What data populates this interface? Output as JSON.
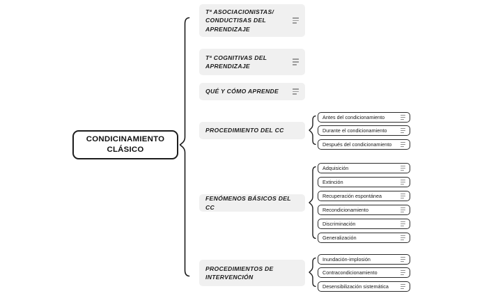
{
  "diagram": {
    "type": "mind-map",
    "title": "CONDICINAMIENTO CLÁSICO",
    "language": "es",
    "colors": {
      "root_border": "#1c1c1c",
      "root_background": "#ffffff",
      "level1_background": "#f0f0f0",
      "level2_background": "#ffffff",
      "level2_border": "#2a2a2a",
      "connector": "#1c1c1c",
      "icon": "#9a9a9a",
      "page_background": "#ffffff"
    },
    "icon_names": {
      "note": "note-lines-icon"
    }
  },
  "root": {
    "label": "CONDICINAMIENTO CLÁSICO",
    "line1": "CONDICINAMIENTO",
    "line2": "CLÁSICO"
  },
  "branches": [
    {
      "id": "teorias-asociacionistas",
      "label": "Tª ASOCIACIONISTAS/ CONDUCTISAS DEL APRENDIZAJE",
      "icon": "note-lines-icon",
      "children": []
    },
    {
      "id": "teorias-cognitivas",
      "label": "Tª COGNITIVAS DEL APRENDIZAJE",
      "icon": "note-lines-icon",
      "children": []
    },
    {
      "id": "que-y-como-aprende",
      "label": "QUÉ Y CÓMO APRENDE",
      "icon": "note-lines-icon",
      "children": []
    },
    {
      "id": "procedimiento-del-cc",
      "label": "PROCEDIMIENTO DEL CC",
      "icon": "note-lines-icon",
      "children": [
        {
          "id": "antes-del-condicionamiento",
          "label": "Antes del condicionamiento",
          "icon": "note-lines-icon"
        },
        {
          "id": "durante-el-condicionamiento",
          "label": "Durante el condicionamiento",
          "icon": "note-lines-icon"
        },
        {
          "id": "despues-del-condicionamiento",
          "label": "Después del condicionamiento",
          "icon": "note-lines-icon"
        }
      ]
    },
    {
      "id": "fenomenos-basicos-del-cc",
      "label": "FENÓMENOS BÁSICOS DEL CC",
      "icon": "note-lines-icon",
      "children": [
        {
          "id": "adquisicion",
          "label": "Adquisición",
          "icon": "note-lines-icon"
        },
        {
          "id": "extincion",
          "label": "Extinción",
          "icon": "note-lines-icon"
        },
        {
          "id": "recuperacion-espontanea",
          "label": "Recuperación espontánea",
          "icon": "note-lines-icon"
        },
        {
          "id": "recondicionamiento",
          "label": "Recondicionamiento",
          "icon": "note-lines-icon"
        },
        {
          "id": "discriminacion",
          "label": "Discriminación",
          "icon": "note-lines-icon"
        },
        {
          "id": "generalizacion",
          "label": "Generalización",
          "icon": "note-lines-icon"
        }
      ]
    },
    {
      "id": "procedimientos-de-intervencion",
      "label": "PROCEDIMIENTOS DE INTERVENCIÓN",
      "icon": "note-lines-icon",
      "children": [
        {
          "id": "inundacion-implosion",
          "label": "Inundación-implosión",
          "icon": "note-lines-icon"
        },
        {
          "id": "contracondicionamiento",
          "label": "Contracondicionamiento",
          "icon": "note-lines-icon"
        },
        {
          "id": "desensibilizacion-sistematica",
          "label": "Desensibilización sistemática",
          "icon": "note-lines-icon"
        }
      ]
    }
  ]
}
